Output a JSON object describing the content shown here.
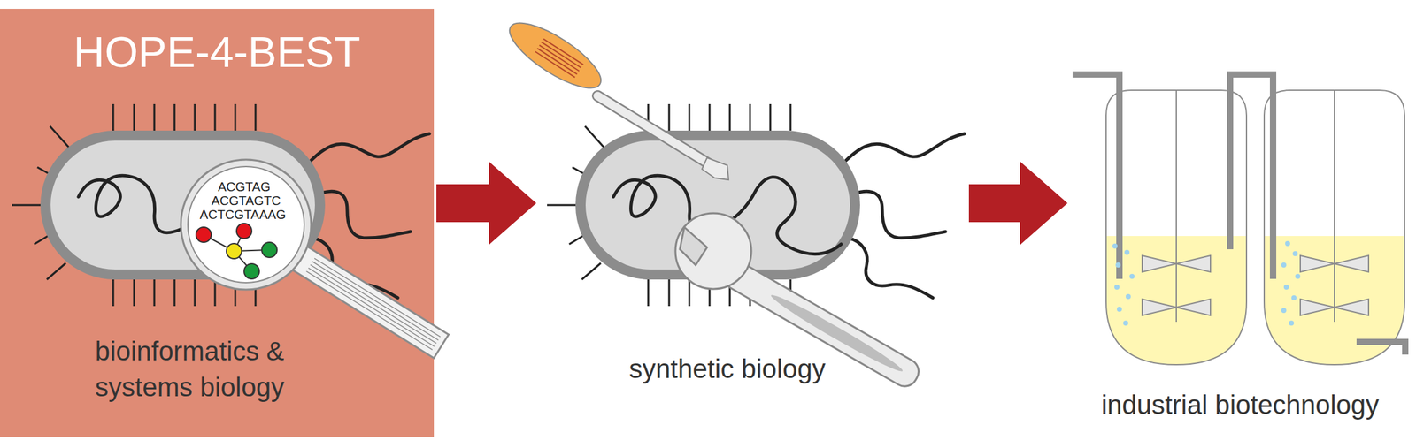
{
  "diagram": {
    "nodes": [
      {
        "text": [
          "HOPE-4-BEST",
          "bioinformatics & systems biology"
        ]
      },
      {
        "text": [
          "synthetic biology"
        ]
      },
      {
        "text": [
          "industrial biotechnology"
        ]
      }
    ],
    "edges": [
      {
        "from": 0,
        "to": 1,
        "arrow": "to"
      },
      {
        "from": 1,
        "to": 2,
        "arrow": "to"
      }
    ],
    "labels": [
      "ACGTAG",
      "ACGTAGTC",
      "ACTCGTAAAG"
    ]
  }
}
